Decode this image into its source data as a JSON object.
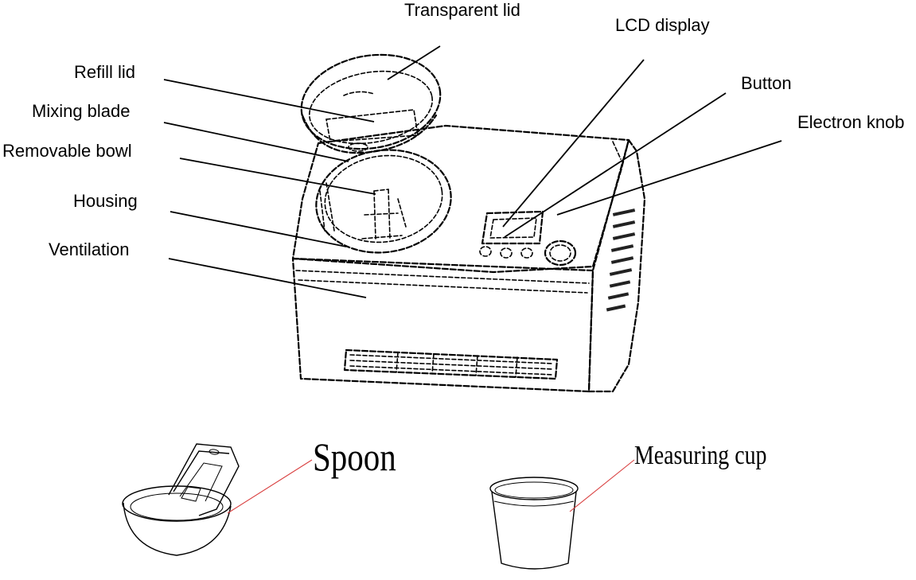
{
  "labels": {
    "transparent_lid": "Transparent lid",
    "lcd_display": "LCD display",
    "refill_lid": "Refill lid",
    "button": "Button",
    "mixing_blade": "Mixing blade",
    "electron_knob": "Electron knob",
    "removable_bowl": "Removable bowl",
    "housing": "Housing",
    "ventilation": "Ventilation",
    "spoon": "Spoon",
    "measuring_cup": "Measuring cup"
  },
  "colors": {
    "line": "#000000",
    "accessory_leader": "#d94040",
    "background": "#ffffff"
  }
}
